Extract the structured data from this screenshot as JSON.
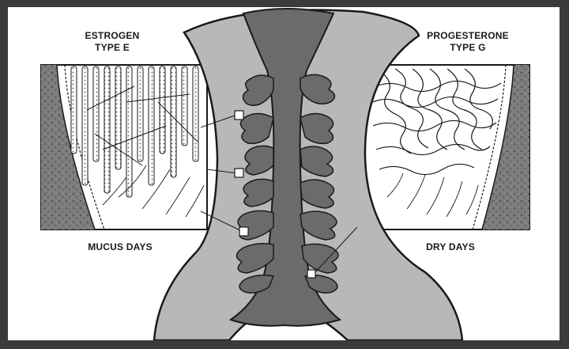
{
  "diagram": {
    "left_panel": {
      "hormone": "ESTROGEN",
      "mucus_type": "TYPE  E",
      "phase_label": "MUCUS DAYS"
    },
    "right_panel": {
      "hormone": "PROGESTERONE",
      "mucus_type": "TYPE  G",
      "phase_label": "DRY DAYS"
    }
  },
  "colors": {
    "frame": "#3b3b3b",
    "background": "#ffffff",
    "cervix_wall": "#b8b8b8",
    "cervical_canal": "#6b6b6b",
    "stroma": "#7c7c7c",
    "outline": "#1a1a1a"
  }
}
